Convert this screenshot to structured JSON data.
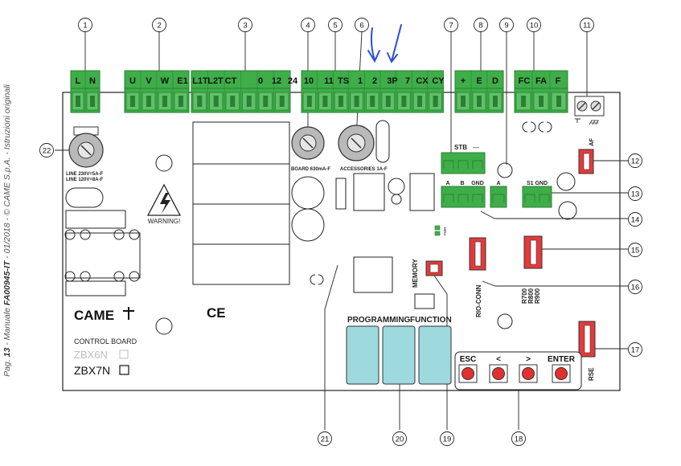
{
  "side_caption": {
    "page": "Pag.",
    "page_num": "13",
    "manual": "- Manuale",
    "code": "FA00945-IT",
    "rest": "- 01/2018 - © CAME S.p.A. - Istruzioni originali"
  },
  "callouts": [
    "1",
    "2",
    "3",
    "4",
    "5",
    "6",
    "7",
    "8",
    "9",
    "10",
    "11",
    "12",
    "13",
    "14",
    "15",
    "16",
    "17",
    "18",
    "19",
    "20",
    "21",
    "22"
  ],
  "terminal_labels": {
    "power": [
      "L",
      "N"
    ],
    "motor": [
      "U",
      "V",
      "W",
      "E1"
    ],
    "inputs": [
      "L1T",
      "L2T",
      "CT",
      "0",
      "12",
      "24"
    ],
    "safety": [
      "10",
      "11",
      "TS",
      "1",
      "2",
      "3P",
      "7",
      "CX",
      "CY"
    ],
    "encoder": [
      "+",
      "E",
      "D"
    ],
    "limit": [
      "FC",
      "FA",
      "F"
    ],
    "stb": "STB",
    "stb_minus": "—",
    "rs485": [
      "A",
      "B",
      "GND"
    ],
    "s1": "A",
    "s1gnd": "S1 GND"
  },
  "texts": {
    "board_fuse": "BOARD 630mA-F",
    "acc_fuse": "ACCESSORIES 1A-F",
    "line1": "LINE 230V=5A-F",
    "line2": "LINE 120V=8A-F",
    "warning": "WARNING!",
    "brand": "CAME",
    "ce": "CE",
    "control_board": "CONTROL BOARD",
    "model1": "ZBX6N",
    "model2": "ZBX7N",
    "af": "AF",
    "rio": "RIO-CONN",
    "r700": "R700",
    "r800": "R800",
    "r900": "R900",
    "rse": "RSE",
    "memory": "MEMORY",
    "programming": "PROGRAMMING",
    "function": "FUNCTION",
    "esc": "ESC",
    "left": "<",
    "right": ">",
    "enter": "ENTER",
    "pwr": "PWR"
  },
  "colors": {
    "terminal_green": "#3fae49",
    "terminal_dark": "#2a7f33",
    "button_teal": "#9ed9de",
    "button_red": "#e03030",
    "connector_red": "#e53a3a",
    "pen_blue": "#2b4fd8"
  }
}
